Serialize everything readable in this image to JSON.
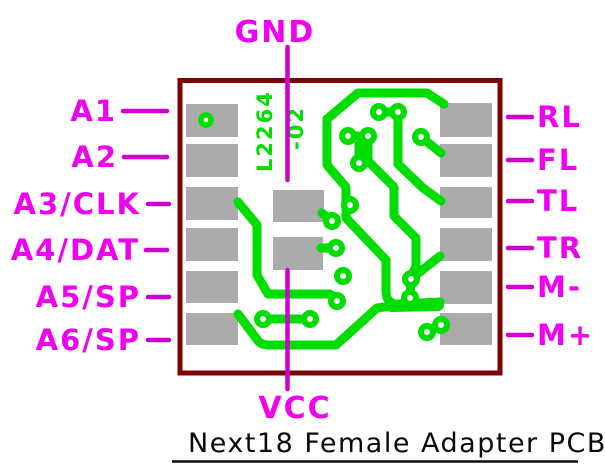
{
  "title": {
    "text": "Next18 Female Adapter PCB"
  },
  "board": {
    "silkscreen_ref_line1": "L2264",
    "silkscreen_ref_line2": "-02"
  },
  "labels": {
    "top": {
      "text": "GND"
    },
    "bottom": {
      "text": "VCC"
    },
    "left": [
      {
        "text": "A1"
      },
      {
        "text": "A2"
      },
      {
        "text": "A3/CLK"
      },
      {
        "text": "A4/DAT"
      },
      {
        "text": "A5/SP"
      },
      {
        "text": "A6/SP"
      }
    ],
    "right": [
      {
        "text": "RL"
      },
      {
        "text": "FL"
      },
      {
        "text": "TL"
      },
      {
        "text": "TR"
      },
      {
        "text": "M-"
      },
      {
        "text": "M+"
      }
    ]
  },
  "colors": {
    "copper_trace": "#00DD00",
    "pad_gray": "#ABABAB",
    "board_outline": "#7B0404",
    "label_magenta": "#F000F0",
    "leader_magenta": "#CF00CF",
    "title_black": "#0a0a0a",
    "background": "#FFFFFF"
  }
}
